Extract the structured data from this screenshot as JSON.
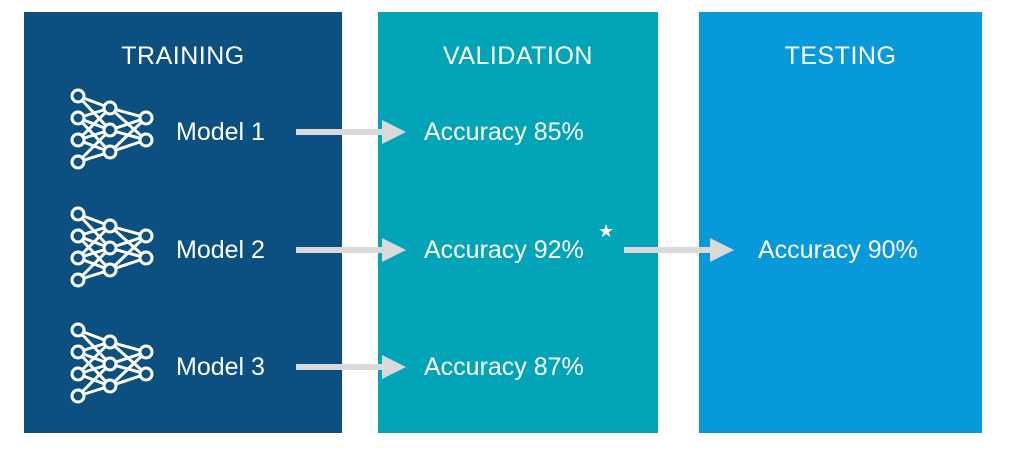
{
  "stages": {
    "training": {
      "title": "TRAINING"
    },
    "validation": {
      "title": "VALIDATION"
    },
    "testing": {
      "title": "TESTING"
    }
  },
  "models": [
    {
      "label": "Model 1",
      "validation": "Accuracy 85%"
    },
    {
      "label": "Model 2",
      "validation": "Accuracy 92%",
      "selected": true
    },
    {
      "label": "Model 3",
      "validation": "Accuracy 87%"
    }
  ],
  "selection_marker": "★",
  "testing": {
    "result": "Accuracy 90%"
  },
  "icons": {
    "model_icon": "neural-network-icon",
    "connector_icon": "arrow-right-icon"
  },
  "colors": {
    "training_panel": "#0b5080",
    "validation_panel": "#02a5b7",
    "testing_panel": "#0899da",
    "arrow": "#d9d9d9",
    "text": "#ffffff"
  }
}
